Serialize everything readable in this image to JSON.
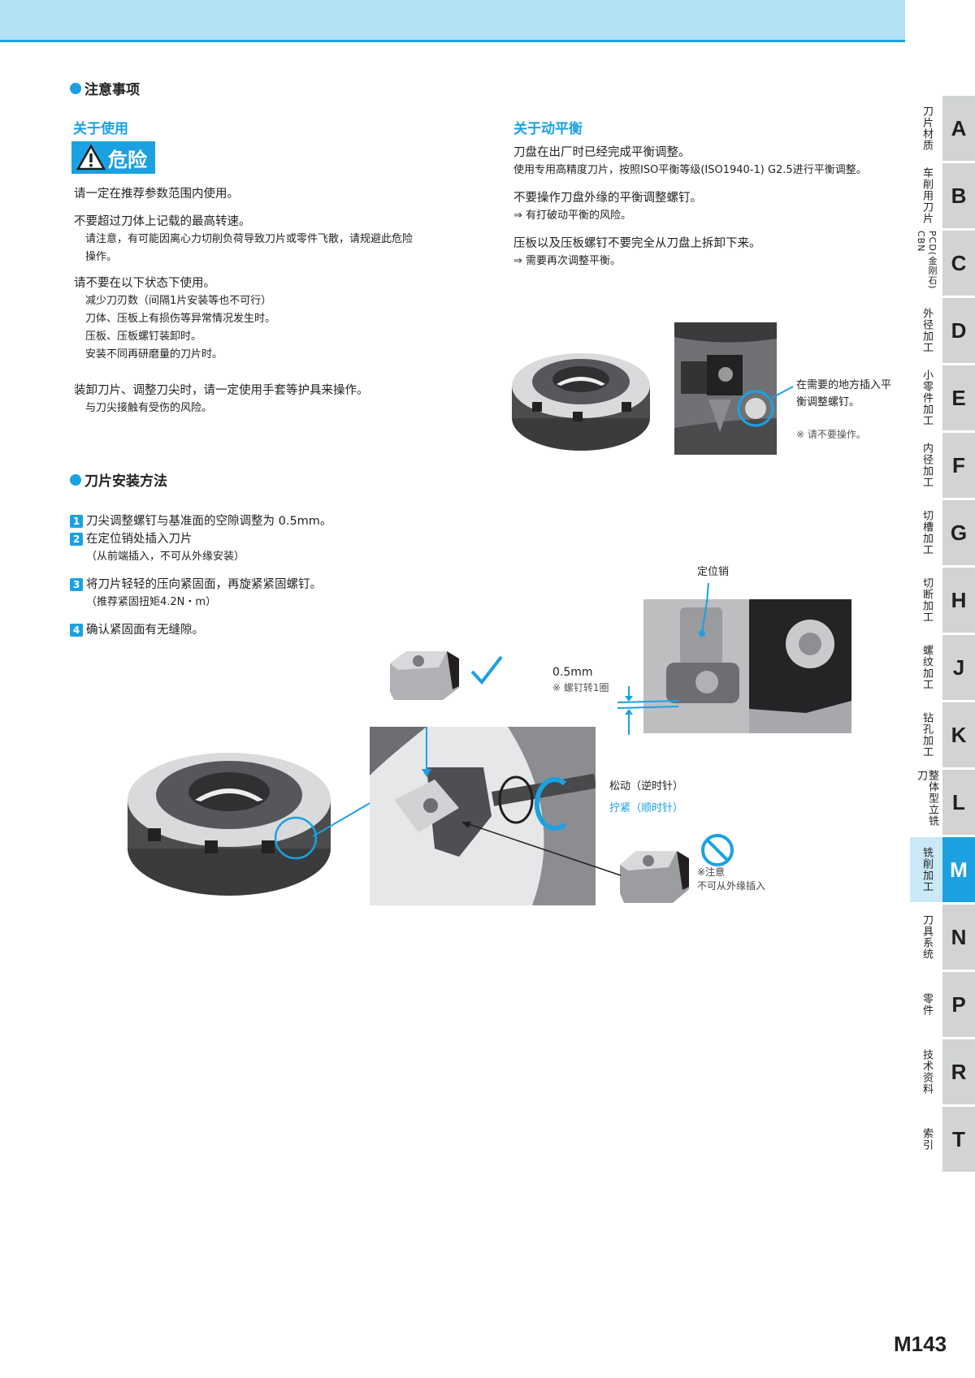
{
  "header": {
    "band_color": "#b3e2f7",
    "line_color": "#1aa3dc"
  },
  "notes": {
    "title": "注意事项",
    "usage": {
      "title": "关于使用",
      "danger_label": "危险",
      "items": [
        {
          "main": "请一定在推荐参数范围内使用。",
          "subs": []
        },
        {
          "main": "不要超过刀体上记载的最高转速。",
          "subs": [
            "请注意，有可能因离心力切削负荷导致刀片或零件飞散，请规避此危险",
            "操作。"
          ]
        },
        {
          "main": "请不要在以下状态下使用。",
          "subs": [
            "减少刀刃数（间隔1片安装等也不可行）",
            "刀体、压板上有损伤等异常情况发生时。",
            "压板、压板螺钉装卸时。",
            "安装不同再研磨量的刀片时。"
          ]
        },
        {
          "main": "装卸刀片、调整刀尖时，请一定使用手套等护具来操作。",
          "subs": [
            "与刀尖接触有受伤的风险。"
          ]
        }
      ]
    },
    "balance": {
      "title": "关于动平衡",
      "items": [
        {
          "main": "刀盘在出厂时已经完成平衡调整。",
          "sub": "使用专用高精度刀片，按照ISO平衡等级(ISO1940-1) G2.5进行平衡调整。"
        },
        {
          "main": "不要操作刀盘外缘的平衡调整螺钉。",
          "sub": "⇒ 有打破动平衡的风险。"
        },
        {
          "main": "压板以及压板螺钉不要完全从刀盘上拆卸下来。",
          "sub": "⇒ 需要再次调整平衡。"
        }
      ],
      "figure_caption": [
        "在需要的地方插入平",
        "衡调整螺钉。"
      ],
      "figure_note": "※ 请不要操作。"
    }
  },
  "install": {
    "title": "刀片安装方法",
    "steps": [
      {
        "num": "1",
        "text": "刀尖调整螺钉与基准面的空隙调整为 0.5mm。",
        "sub": ""
      },
      {
        "num": "2",
        "text": "在定位销处插入刀片",
        "sub": "（从前端插入，不可从外缘安装）"
      },
      {
        "num": "3",
        "text": "将刀片轻轻的压向紧固面，再旋紧紧固螺钉。",
        "sub": "（推荐紧固扭矩4.2N・m）"
      },
      {
        "num": "4",
        "text": "确认紧固面有无缝隙。",
        "sub": ""
      }
    ],
    "figure": {
      "pin_label": "定位销",
      "gap_value": "0.5mm",
      "gap_note": "※ 螺钉转1圈",
      "loosen": "松动（逆时针）",
      "tighten": "拧紧（顺时针）",
      "caution_title": "※注意",
      "caution_text": "不可从外缘插入"
    }
  },
  "sidebar": {
    "tabs": [
      {
        "letter": "A",
        "label": "刀片材质"
      },
      {
        "letter": "B",
        "label": "车削用刀片"
      },
      {
        "letter": "C",
        "label": "PCD(金刚石) CBN"
      },
      {
        "letter": "D",
        "label": "外径加工"
      },
      {
        "letter": "E",
        "label": "小零件加工"
      },
      {
        "letter": "F",
        "label": "内径加工"
      },
      {
        "letter": "G",
        "label": "切槽加工"
      },
      {
        "letter": "H",
        "label": "切断加工"
      },
      {
        "letter": "J",
        "label": "螺纹加工"
      },
      {
        "letter": "K",
        "label": "钻孔加工"
      },
      {
        "letter": "L",
        "label": "整体型立铣刀"
      },
      {
        "letter": "M",
        "label": "铣削加工",
        "active": true
      },
      {
        "letter": "N",
        "label": "刀具系统"
      },
      {
        "letter": "P",
        "label": "零件"
      },
      {
        "letter": "R",
        "label": "技术资料"
      },
      {
        "letter": "T",
        "label": "索引"
      }
    ],
    "accent": "#1ba1e2"
  },
  "footer": {
    "page_number": "M143"
  }
}
